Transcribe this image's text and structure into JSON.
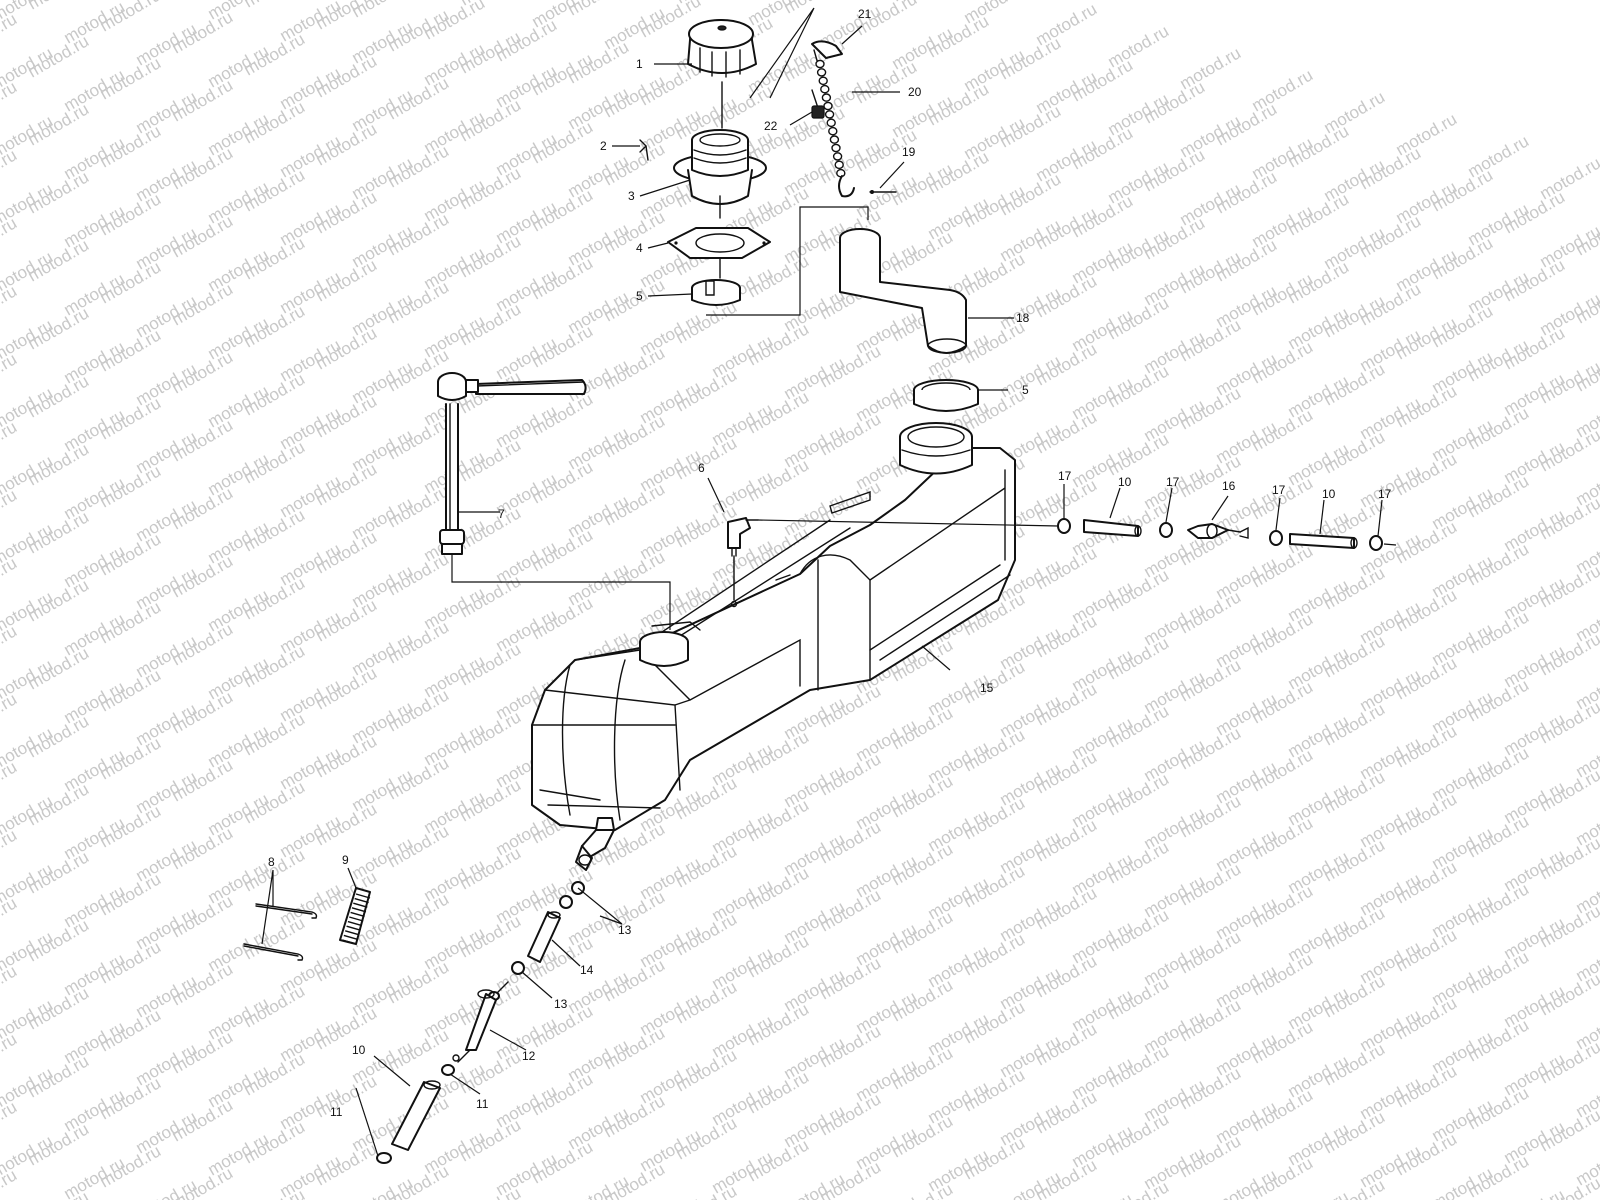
{
  "watermark": {
    "text": "motod.ru",
    "color": "#c8c8c8"
  },
  "callouts": {
    "c1": "1",
    "c2": "2",
    "c3": "3",
    "c4": "4",
    "c5a": "5",
    "c5b": "5",
    "c6": "6",
    "c7": "7",
    "c8": "8",
    "c9": "9",
    "c10a": "10",
    "c10b": "10",
    "c10c": "10",
    "c11a": "11",
    "c11b": "11",
    "c12": "12",
    "c13a": "13",
    "c13b": "13",
    "c14": "14",
    "c15": "15",
    "c16": "16",
    "c17a": "17",
    "c17b": "17",
    "c17c": "17",
    "c17d": "17",
    "c18": "18",
    "c19": "19",
    "c20": "20",
    "c21": "21",
    "c22": "22"
  }
}
